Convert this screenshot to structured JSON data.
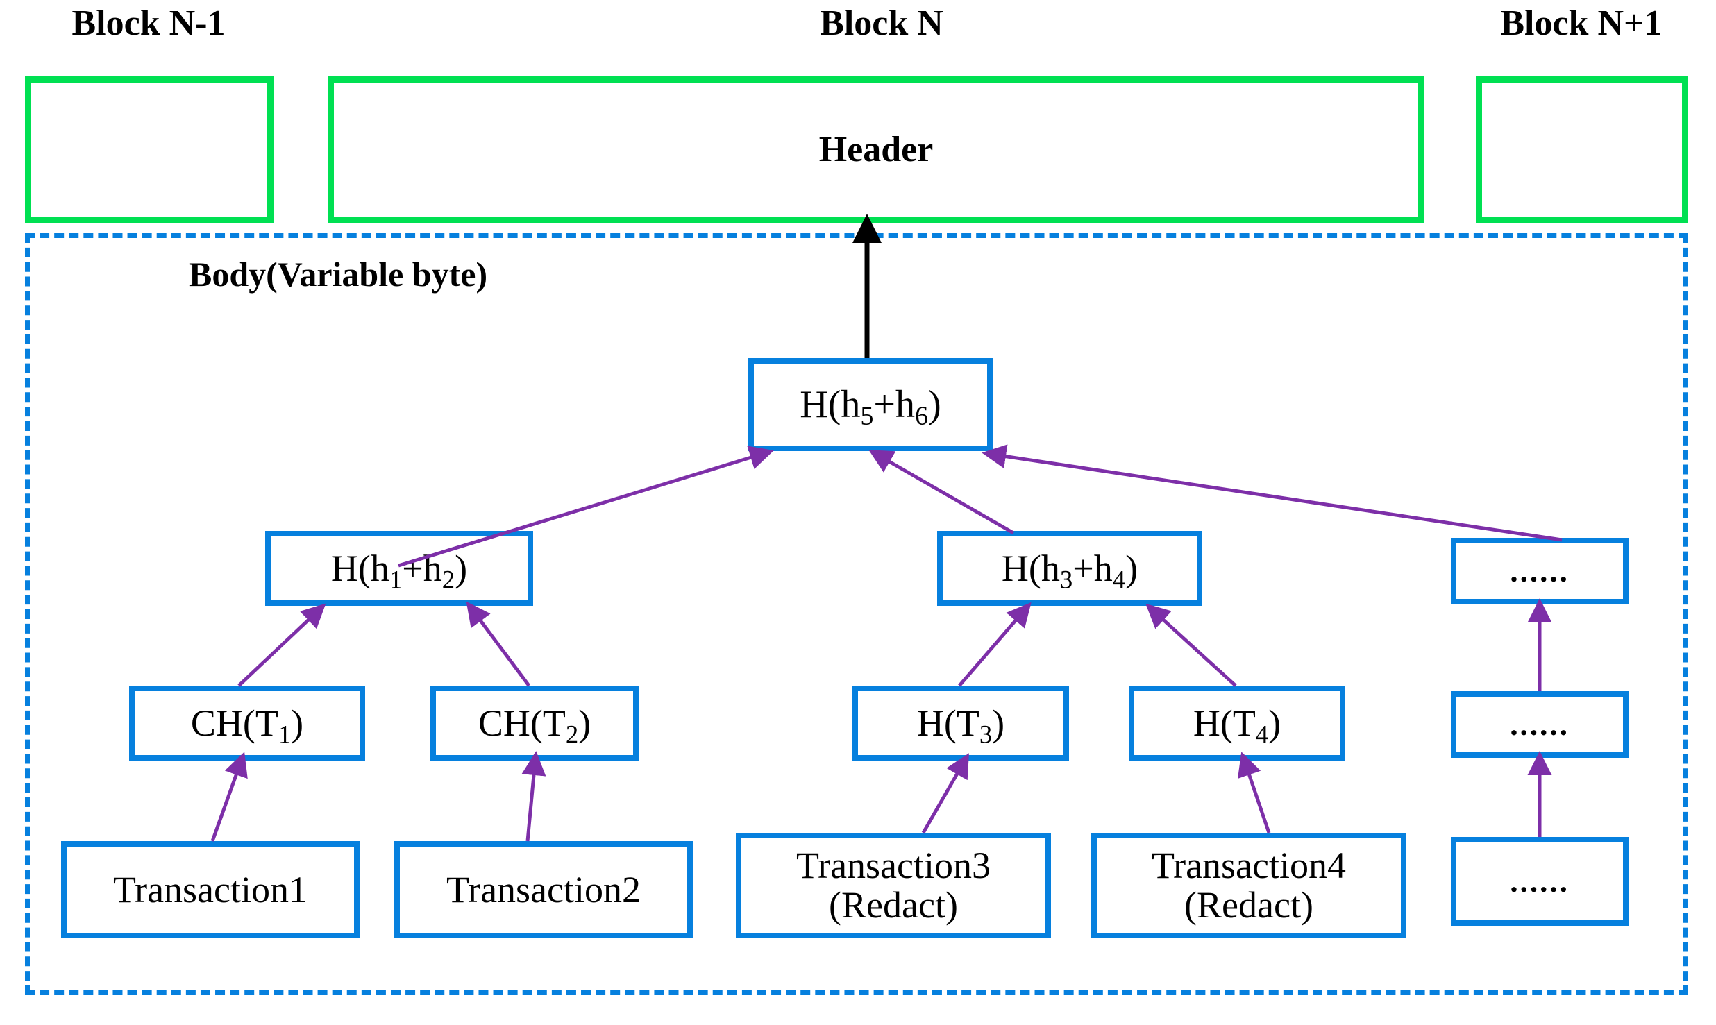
{
  "diagram": {
    "title": "Redactable blockchain block structure with chameleon-hash Merkle tree",
    "colors": {
      "green_border": "#00e052",
      "blue_border": "#0680de",
      "purple_arrow": "#7d2fa8",
      "black_arrow": "#000000",
      "background": "#ffffff"
    }
  },
  "blocks": {
    "previous": {
      "label": "Block N-1",
      "content": ""
    },
    "current": {
      "label": "Block N",
      "header_label": "Header"
    },
    "next": {
      "label": "Block N+1",
      "content": ""
    }
  },
  "body": {
    "caption": "Body(Variable byte)"
  },
  "merkle_tree": {
    "root": {
      "id": "root",
      "label": "H(h5+h6)",
      "base": "H(h",
      "sub1": "5",
      "mid": "+h",
      "sub2": "6",
      "tail": ")"
    },
    "level2": [
      {
        "id": "h12",
        "base": "H(h",
        "sub1": "1",
        "mid": "+h",
        "sub2": "2",
        "tail": ")"
      },
      {
        "id": "h34",
        "base": "H(h",
        "sub1": "3",
        "mid": "+h",
        "sub2": "4",
        "tail": ")"
      },
      {
        "id": "ellipsis-level2",
        "label": "......"
      }
    ],
    "level1": [
      {
        "id": "ch-t1",
        "base": "CH(T",
        "sub1": "1",
        "tail": ")"
      },
      {
        "id": "ch-t2",
        "base": "CH(T",
        "sub1": "2",
        "tail": ")"
      },
      {
        "id": "h-t3",
        "base": "H(T",
        "sub1": "3",
        "tail": ")"
      },
      {
        "id": "h-t4",
        "base": "H(T",
        "sub1": "4",
        "tail": ")"
      },
      {
        "id": "ellipsis-level1",
        "label": "......"
      }
    ],
    "transactions": [
      {
        "id": "tx1",
        "line1": "Transaction1",
        "line2": ""
      },
      {
        "id": "tx2",
        "line1": "Transaction2",
        "line2": ""
      },
      {
        "id": "tx3",
        "line1": "Transaction3",
        "line2": "(Redact)"
      },
      {
        "id": "tx4",
        "line1": "Transaction4",
        "line2": "(Redact)"
      },
      {
        "id": "tx-ellipsis",
        "line1": "......",
        "line2": ""
      }
    ]
  }
}
